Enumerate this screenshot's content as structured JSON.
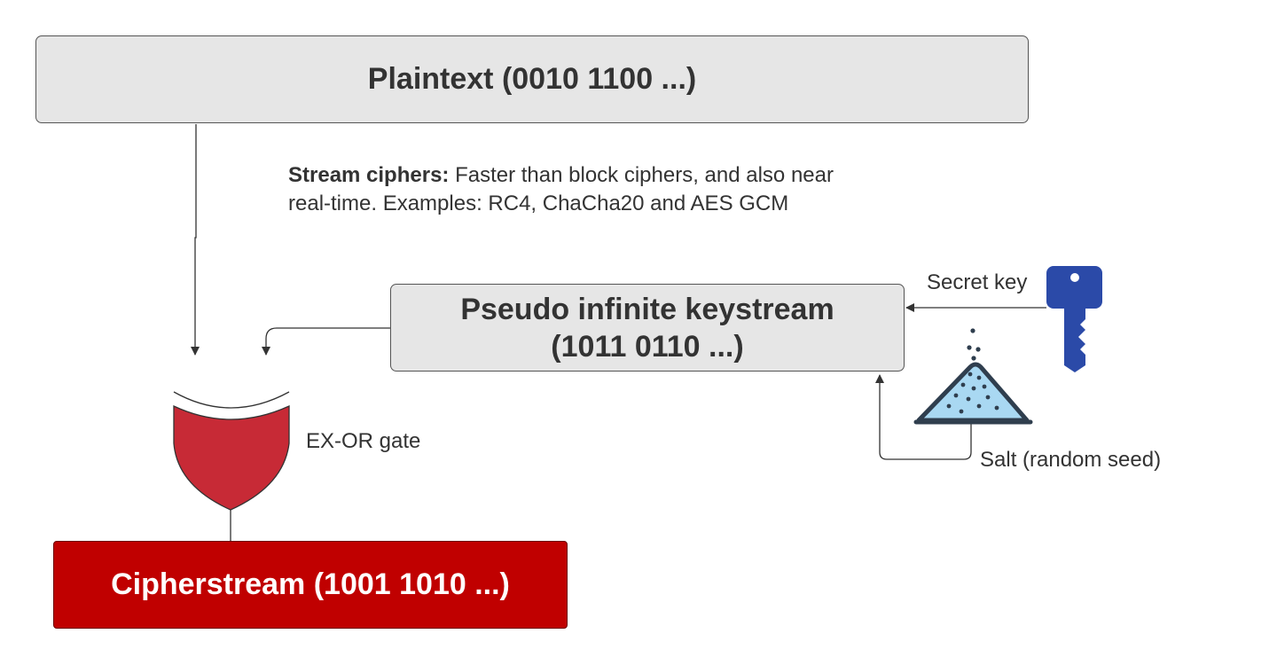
{
  "plaintext": {
    "label": "Plaintext (0010 1100 ...)"
  },
  "note": {
    "bold": "Stream ciphers:",
    "text": " Faster than block ciphers, and also near real-time. Examples: RC4, ChaCha20 and AES GCM"
  },
  "keystream": {
    "line1": "Pseudo infinite keystream",
    "line2": "(1011 0110 ...)"
  },
  "secret_key": {
    "label": "Secret key",
    "icon": "key-icon",
    "color": "#2b4aa8"
  },
  "salt": {
    "label": "Salt (random seed)",
    "icon": "salt-pile-icon",
    "color": "#a9d8f2"
  },
  "gate": {
    "label": "EX-OR gate",
    "icon": "xor-gate-icon",
    "color": "#c72a36"
  },
  "cipherstream": {
    "label": "Cipherstream (1001 1010 ...)",
    "color": "#c00000"
  }
}
